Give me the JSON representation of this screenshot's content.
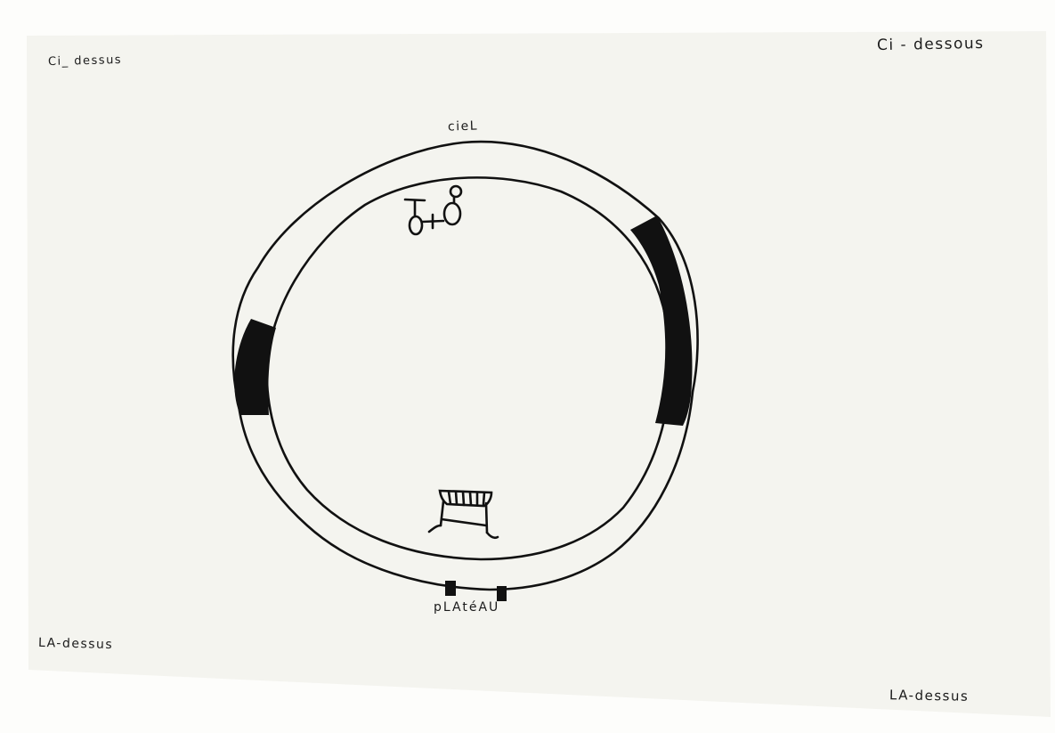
{
  "labels": {
    "top_left": "Ci_ dessus",
    "top_right": "Ci - dessous",
    "sky": "cieL",
    "bottom_left": "LA-dessus",
    "bottom_right": "LA-dessus",
    "plateau": "pLAtéAU"
  },
  "colors": {
    "paper": "#f4f4ef",
    "background": "#fdfdfb",
    "ink": "#111111"
  },
  "drawing": {
    "shape": "ring with two black bands",
    "figures": [
      "mars-venus-symbol",
      "bench"
    ]
  }
}
